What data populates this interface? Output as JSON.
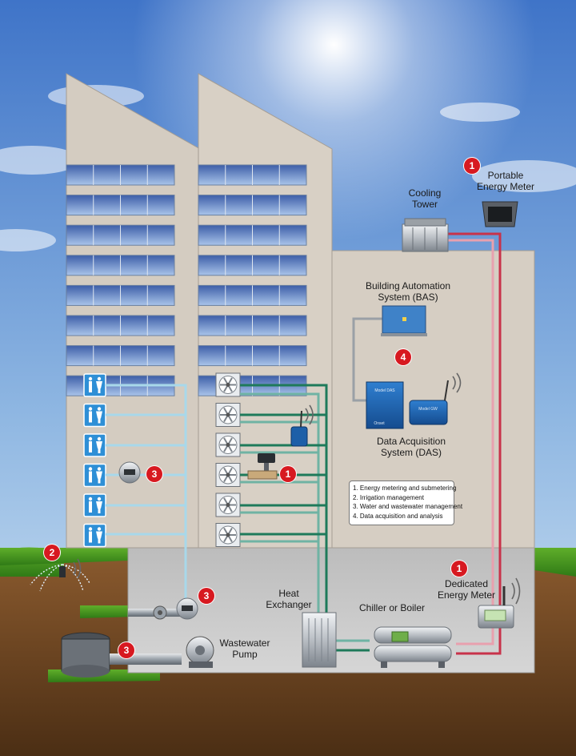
{
  "labels": {
    "portable_meter": [
      "Portable",
      "Energy Meter"
    ],
    "cooling_tower": [
      "Cooling",
      "Tower"
    ],
    "bas": [
      "Building Automation",
      "System (BAS)"
    ],
    "das": [
      "Data Acquisition",
      "System (DAS)"
    ],
    "dedicated_meter": [
      "Dedicated",
      "Energy Meter"
    ],
    "heat_exchanger": [
      "Heat",
      "Exchanger"
    ],
    "chiller": "Chiller or Boiler",
    "wastewater_pump": [
      "Wastewater",
      "Pump"
    ]
  },
  "badges": {
    "portable": "1",
    "valve": "1",
    "dedicated": "1",
    "irrigation": "2",
    "restroom_meter": "3",
    "water_meter": "3",
    "wastewater": "3",
    "das": "4"
  },
  "legend": [
    "1. Energy metering and submetering",
    "2. Irrigation management",
    "3. Water and wastewater management",
    "4. Data acquisition and analysis"
  ],
  "device_text": {
    "das_unit": "Model DAS",
    "das_gateway": "Model GW",
    "brand": "Onset"
  },
  "colors": {
    "sky_top": "#3f74c8",
    "sky_bottom": "#d8e8f5",
    "building": "#d4ccc1",
    "badge": "#d71920",
    "hot_pipe": "#c8324a",
    "green_pipe": "#1e7a5a",
    "water_pipe": "#a8d8ea",
    "gray_pipe": "#9aa0a6"
  }
}
